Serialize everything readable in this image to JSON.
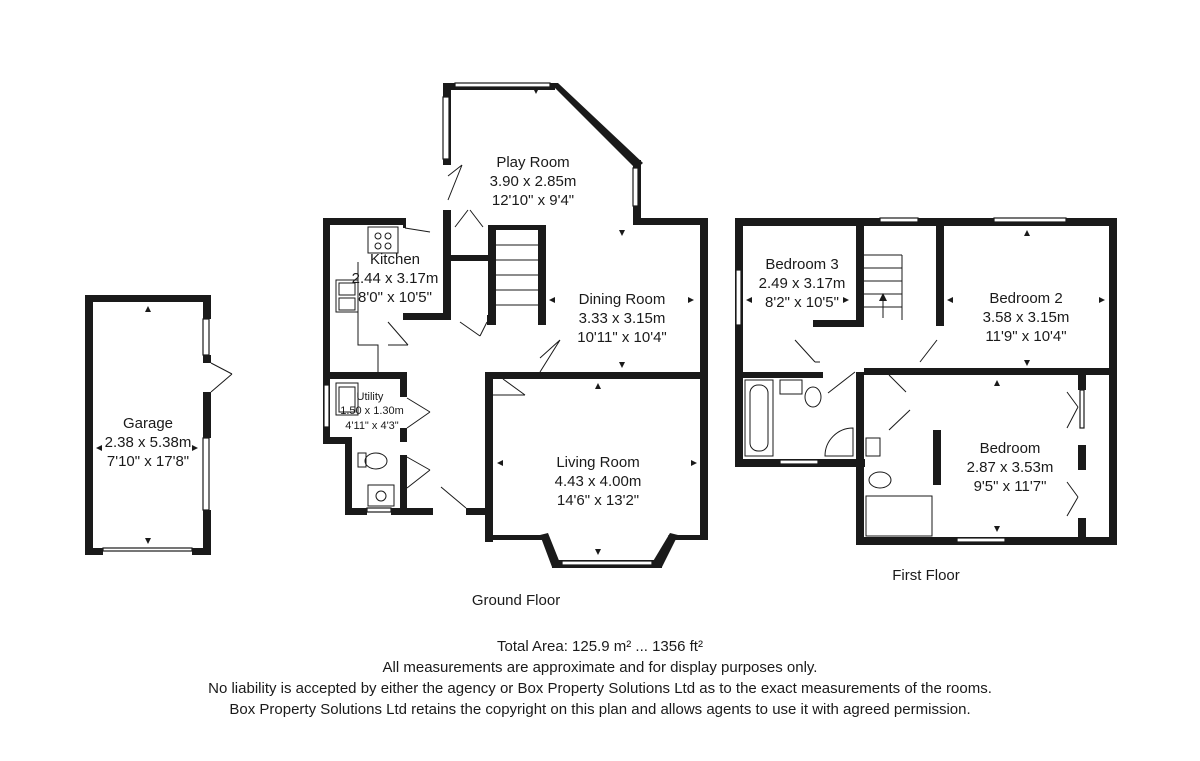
{
  "ground_floor": {
    "label": "Ground Floor",
    "rooms": [
      {
        "id": "garage",
        "name": "Garage",
        "metric": "2.38 x 5.38m",
        "imperial": "7'10\" x 17'8\""
      },
      {
        "id": "play",
        "name": "Play Room",
        "metric": "3.90 x 2.85m",
        "imperial": "12'10\" x 9'4\""
      },
      {
        "id": "kitchen",
        "name": "Kitchen",
        "metric": "2.44 x 3.17m",
        "imperial": "8'0\" x 10'5\""
      },
      {
        "id": "dining",
        "name": "Dining Room",
        "metric": "3.33 x 3.15m",
        "imperial": "10'11\" x 10'4\""
      },
      {
        "id": "utility",
        "name": "Utility",
        "metric": "1.50 x 1.30m",
        "imperial": "4'11\" x 4'3\""
      },
      {
        "id": "living",
        "name": "Living Room",
        "metric": "4.43 x 4.00m",
        "imperial": "14'6\" x 13'2\""
      }
    ]
  },
  "first_floor": {
    "label": "First Floor",
    "rooms": [
      {
        "id": "bed3",
        "name": "Bedroom 3",
        "metric": "2.49 x 3.17m",
        "imperial": "8'2\" x 10'5\""
      },
      {
        "id": "bed2",
        "name": "Bedroom 2",
        "metric": "3.58 x 3.15m",
        "imperial": "11'9\" x 10'4\""
      },
      {
        "id": "bed1",
        "name": "Bedroom",
        "metric": "2.87 x 3.53m",
        "imperial": "9'5\" x 11'7\""
      }
    ]
  },
  "footer": {
    "total_area": "Total Area: 125.9 m² ... 1356 ft²",
    "line1": "All measurements are approximate and for display purposes only.",
    "line2": "No liability is accepted by either the agency or Box Property Solutions Ltd as to the exact measurements of the rooms.",
    "line3": "Box Property Solutions Ltd retains the copyright on this plan and allows agents to use it with agreed permission."
  }
}
